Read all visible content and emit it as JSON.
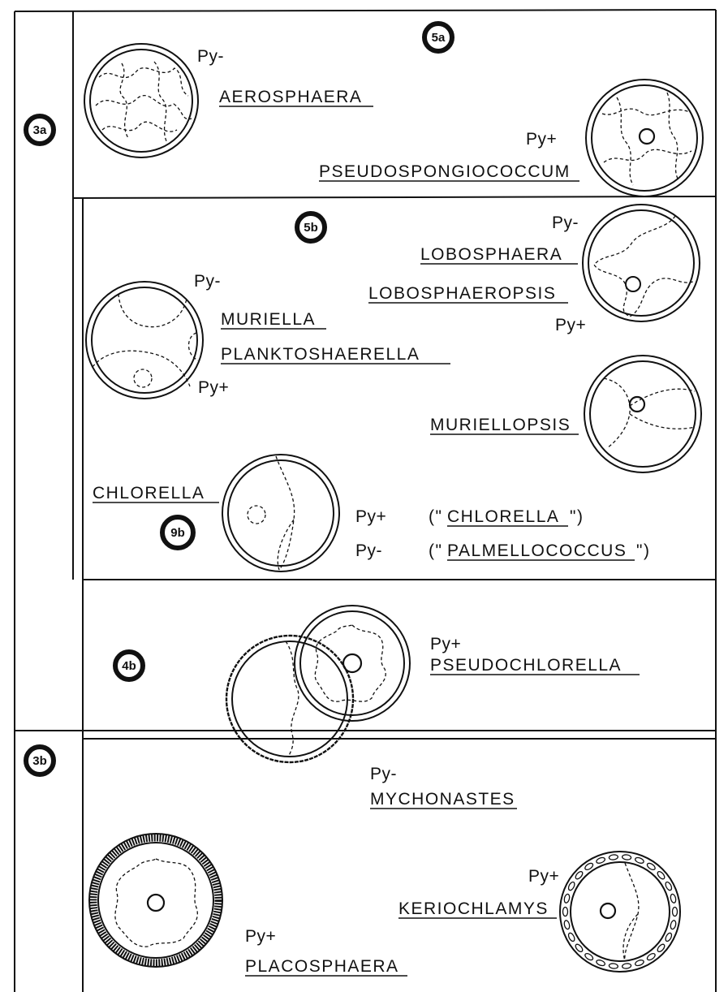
{
  "badges": {
    "b3a": "3a",
    "b3b": "3b",
    "b5a": "5a",
    "b5b": "5b",
    "b9b": "9b",
    "b4b": "4b"
  },
  "labels": {
    "py_minus": "Py-",
    "py_plus": "Py+",
    "aerosphaera": "AEROSPHAERA",
    "pseudospongiococcum": "PSEUDOSPONGIOCOCCUM",
    "lobosphaera": "LOBOSPHAERA",
    "lobosphaeropsis": "LOBOSPHAEROPSIS",
    "muriella": "MURIELLA",
    "planktoshaerella": "PLANKTOSHAERELLA",
    "muriellopsis": "MURIELLOPSIS",
    "chlorella": "CHLORELLA",
    "chlorella_q_open": "(\"",
    "chlorella_q_word": "CHLORELLA",
    "chlorella_q_close": "\")",
    "palmellococcus_q_open": "(\"",
    "palmellococcus_q_word": "PALMELLOCOCCUS",
    "palmellococcus_q_close": "\")",
    "pseudochlorella": "PSEUDOCHLORELLA",
    "mychonastes": "MYCHONASTES",
    "keriochlamys": "KERIOCHLAMYS",
    "placosphaera": "PLACOSPHAERA"
  }
}
